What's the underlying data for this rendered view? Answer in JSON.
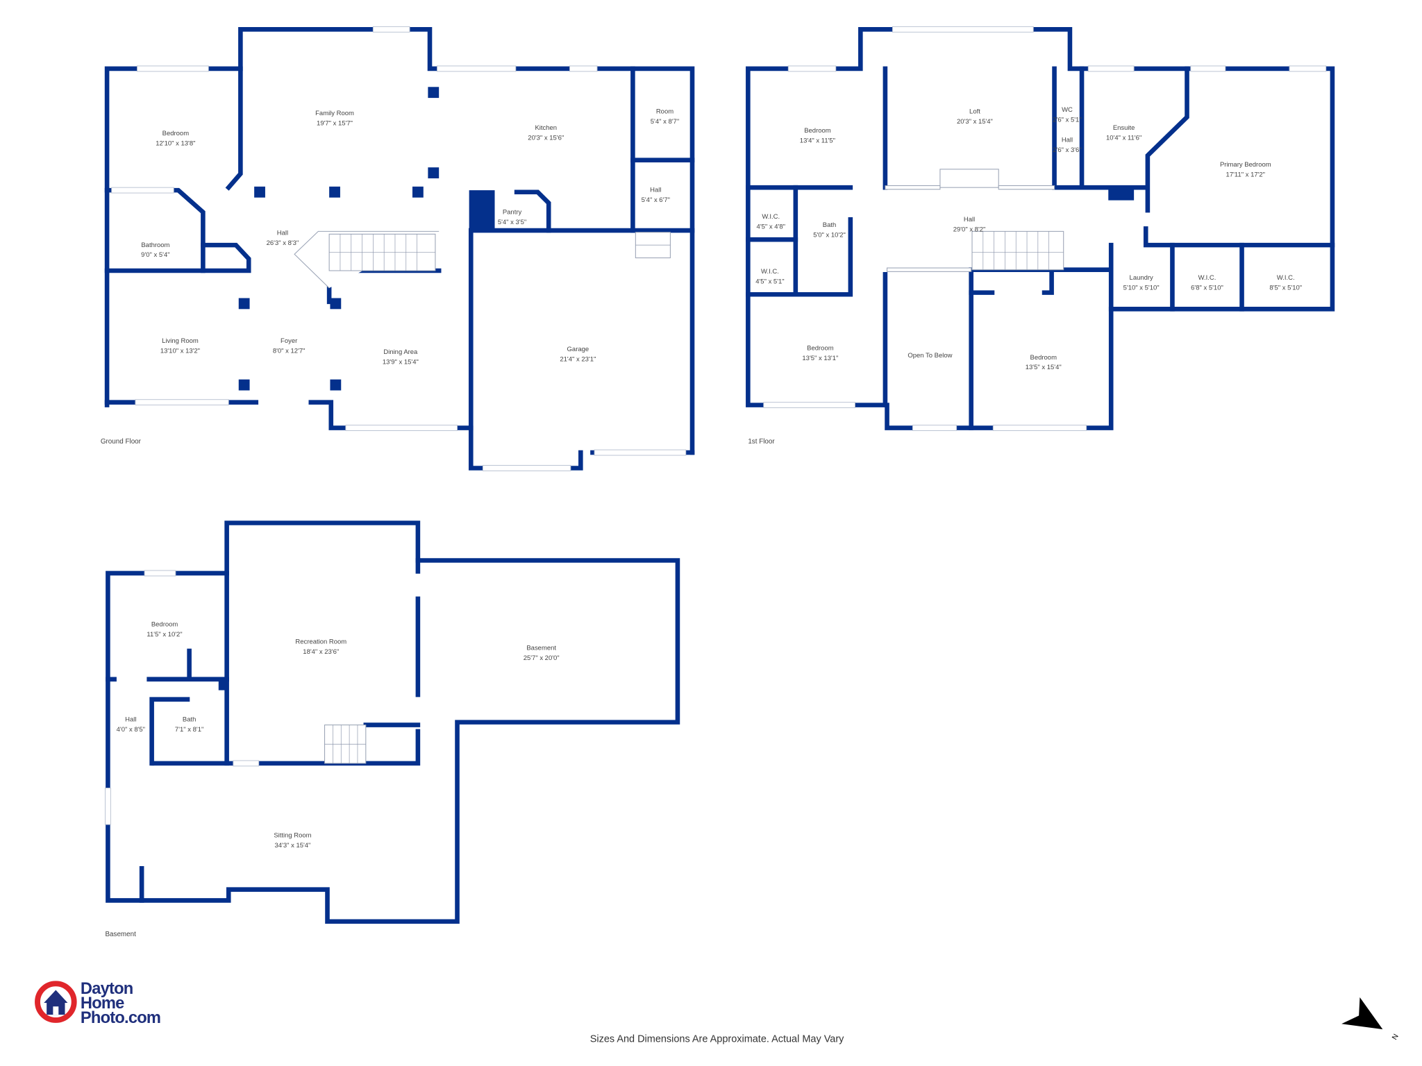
{
  "colors": {
    "wall": "#04308c",
    "logo_red": "#e0262b",
    "logo_blue": "#1f2f7c"
  },
  "floors": [
    {
      "label": "Ground Floor",
      "rooms": [
        {
          "name": "Bedroom",
          "dims": "12'10\" x 13'8\""
        },
        {
          "name": "Family Room",
          "dims": "19'7\" x 15'7\""
        },
        {
          "name": "Kitchen",
          "dims": "20'3\" x 15'6\""
        },
        {
          "name": "Room",
          "dims": "5'4\" x 8'7\""
        },
        {
          "name": "Hall",
          "dims": "5'4\" x 6'7\""
        },
        {
          "name": "Pantry",
          "dims": "5'4\" x 3'5\""
        },
        {
          "name": "Hall",
          "dims": "26'3\" x 8'3\""
        },
        {
          "name": "Bathroom",
          "dims": "9'0\" x 5'4\""
        },
        {
          "name": "Living Room",
          "dims": "13'10\" x 13'2\""
        },
        {
          "name": "Foyer",
          "dims": "8'0\" x 12'7\""
        },
        {
          "name": "Dining Area",
          "dims": "13'9\" x 15'4\""
        },
        {
          "name": "Garage",
          "dims": "21'4\" x 23'1\""
        }
      ]
    },
    {
      "label": "1st Floor",
      "rooms": [
        {
          "name": "Bedroom",
          "dims": "13'4\" x 11'5\""
        },
        {
          "name": "Loft",
          "dims": "20'3\" x 15'4\""
        },
        {
          "name": "WC",
          "dims": "2'6\" x 5'1\""
        },
        {
          "name": "Hall",
          "dims": "2'6\" x 3'6\""
        },
        {
          "name": "Ensuite",
          "dims": "10'4\" x 11'6\""
        },
        {
          "name": "Primary Bedroom",
          "dims": "17'11\" x 17'2\""
        },
        {
          "name": "W.I.C.",
          "dims": "4'5\" x 4'8\""
        },
        {
          "name": "Bath",
          "dims": "5'0\" x 10'2\""
        },
        {
          "name": "Hall",
          "dims": "29'0\" x 8'2\""
        },
        {
          "name": "W.I.C.",
          "dims": "4'5\" x 5'1\""
        },
        {
          "name": "Laundry",
          "dims": "5'10\" x 5'10\""
        },
        {
          "name": "W.I.C.",
          "dims": "6'8\" x 5'10\""
        },
        {
          "name": "W.I.C.",
          "dims": "8'5\" x 5'10\""
        },
        {
          "name": "Bedroom",
          "dims": "13'5\" x 13'1\""
        },
        {
          "name": "Open To Below",
          "dims": ""
        },
        {
          "name": "Bedroom",
          "dims": "13'5\" x 15'4\""
        }
      ]
    },
    {
      "label": "Basement",
      "rooms": [
        {
          "name": "Bedroom",
          "dims": "11'5\" x 10'2\""
        },
        {
          "name": "Recreation Room",
          "dims": "18'4\" x 23'6\""
        },
        {
          "name": "Basement",
          "dims": "25'7\" x 20'0\""
        },
        {
          "name": "Hall",
          "dims": "4'0\" x 8'5\""
        },
        {
          "name": "Bath",
          "dims": "7'1\" x 8'1\""
        },
        {
          "name": "Sitting Room",
          "dims": "34'3\" x 15'4\""
        }
      ]
    }
  ],
  "logo": {
    "line1": "Dayton",
    "line2": "Home",
    "line3": "Photo.com",
    "icon": "house-in-camera-lens-icon"
  },
  "disclaimer": "Sizes And Dimensions Are Approximate. Actual May Vary",
  "compass": {
    "label": "N",
    "icon": "north-arrow-icon"
  }
}
